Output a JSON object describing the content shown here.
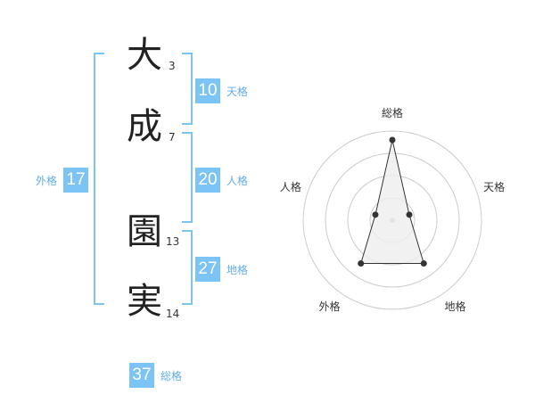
{
  "name_chars": [
    {
      "char": "大",
      "strokes": "3"
    },
    {
      "char": "成",
      "strokes": "7"
    },
    {
      "char": "園",
      "strokes": "13"
    },
    {
      "char": "実",
      "strokes": "14"
    }
  ],
  "fortunes": {
    "tenkaku": {
      "value": "10",
      "label": "天格"
    },
    "jinkaku": {
      "value": "20",
      "label": "人格"
    },
    "chikaku": {
      "value": "27",
      "label": "地格"
    },
    "gaikaku": {
      "value": "17",
      "label": "外格"
    },
    "soukaku": {
      "value": "37",
      "label": "総格"
    }
  },
  "colors": {
    "accent": "#7cc3f6",
    "accent_text": "#62aee6",
    "radar_fill": "#eeeeee"
  },
  "chart_data": {
    "type": "radar",
    "categories": [
      "総格",
      "天格",
      "地格",
      "外格",
      "人格"
    ],
    "values": [
      4.5,
      1,
      3,
      3,
      1
    ],
    "range": [
      0,
      5
    ],
    "rings": 4
  }
}
